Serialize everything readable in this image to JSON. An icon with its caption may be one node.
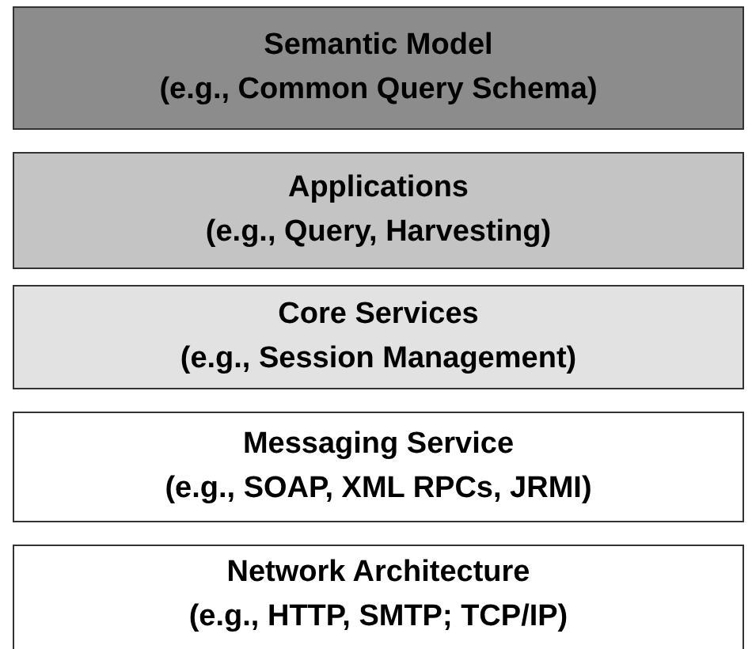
{
  "diagram": {
    "nodes": [
      {
        "text": [
          "Semantic Model",
          "(e.g., Common Query Schema)"
        ]
      },
      {
        "text": [
          "Applications",
          "(e.g., Query, Harvesting)"
        ]
      },
      {
        "text": [
          "Core Services",
          "(e.g., Session Management)"
        ]
      },
      {
        "text": [
          "Messaging Service",
          "(e.g., SOAP, XML RPCs, JRMI)"
        ]
      },
      {
        "text": [
          "Network Architecture",
          "(e.g., HTTP, SMTP; TCP/IP)"
        ]
      }
    ]
  }
}
